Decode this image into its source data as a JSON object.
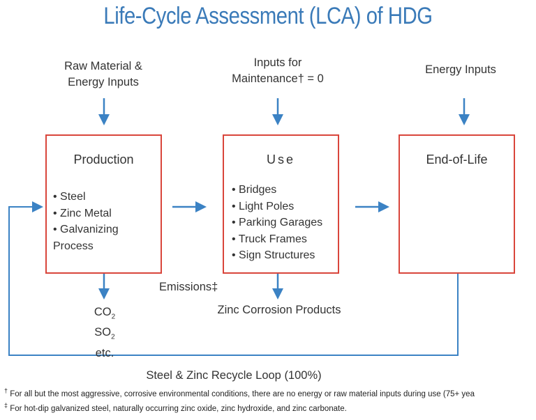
{
  "title": "Life-Cycle Assessment (LCA) of HDG",
  "inputs": {
    "production": [
      "Raw Material &",
      "Energy Inputs"
    ],
    "use": [
      "Inputs for",
      "Maintenance† = 0"
    ],
    "end_of_life": "Energy Inputs"
  },
  "boxes": {
    "production": {
      "title": "Production",
      "items": [
        "Steel",
        "Zinc Metal",
        "Galvanizing Process"
      ]
    },
    "use": {
      "title": "Use",
      "items": [
        "Bridges",
        "Light Poles",
        "Parking Garages",
        "Truck Frames",
        "Sign Structures"
      ]
    },
    "end_of_life": {
      "title": "End-of-Life",
      "items": []
    }
  },
  "outputs": {
    "emissions_label": "Emissions‡",
    "production": {
      "co": "CO",
      "co_sub": "2",
      "so": "SO",
      "so_sub": "2",
      "etc": "etc."
    },
    "use": "Zinc Corrosion Products"
  },
  "recycle_loop": "Steel & Zinc Recycle Loop (100%)",
  "footnotes": [
    {
      "mark": "†",
      "text": "For all but the most aggressive, corrosive environmental conditions, there are no energy or raw material inputs during use (75+ yea"
    },
    {
      "mark": "‡",
      "text": "For hot-dip galvanized steel, naturally occurring zinc oxide, zinc hydroxide, and zinc carbonate."
    }
  ],
  "colors": {
    "title": "#3a7ab8",
    "arrow": "#3b82c4",
    "box_border": "#d9453b",
    "text": "#333333"
  }
}
